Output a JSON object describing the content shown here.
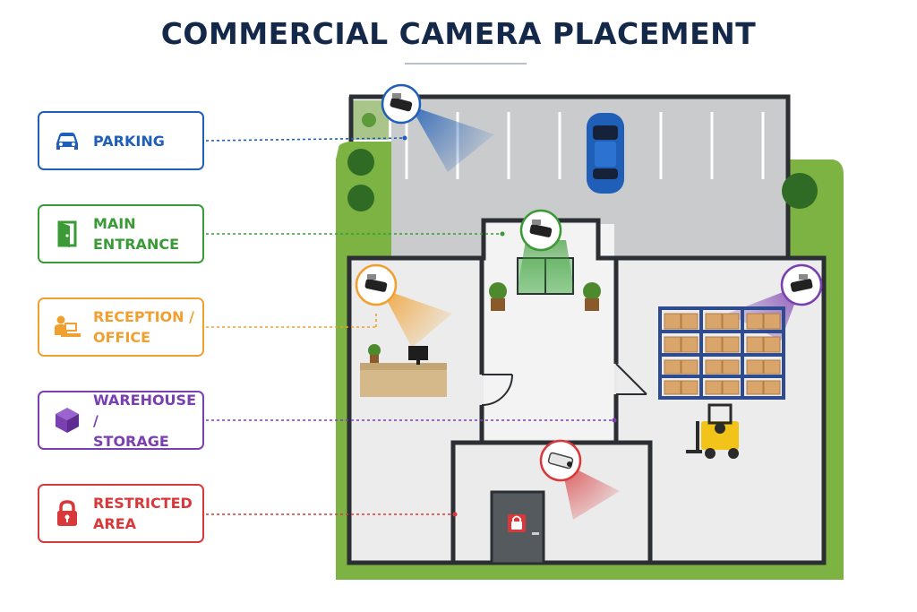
{
  "title": "COMMERCIAL CAMERA PLACEMENT",
  "colors": {
    "navy": "#14284a",
    "parking": "#1f5fb8",
    "entrance": "#3a9a36",
    "reception": "#f0a030",
    "warehouse": "#7a3fb0",
    "restricted": "#d8383a",
    "grass": "#7cb342",
    "asphalt": "#c9cbcd",
    "wall": "#2b2f33"
  },
  "legend": [
    {
      "key": "parking",
      "label": "PARKING",
      "icon": "car-icon"
    },
    {
      "key": "entrance",
      "label": "MAIN\nENTRANCE",
      "icon": "door-icon"
    },
    {
      "key": "reception",
      "label": "RECEPTION /\nOFFICE",
      "icon": "person-desk-icon"
    },
    {
      "key": "warehouse",
      "label": "WAREHOUSE /\nSTORAGE",
      "icon": "box-icon"
    },
    {
      "key": "restricted",
      "label": "RESTRICTED\nAREA",
      "icon": "padlock-icon"
    }
  ]
}
